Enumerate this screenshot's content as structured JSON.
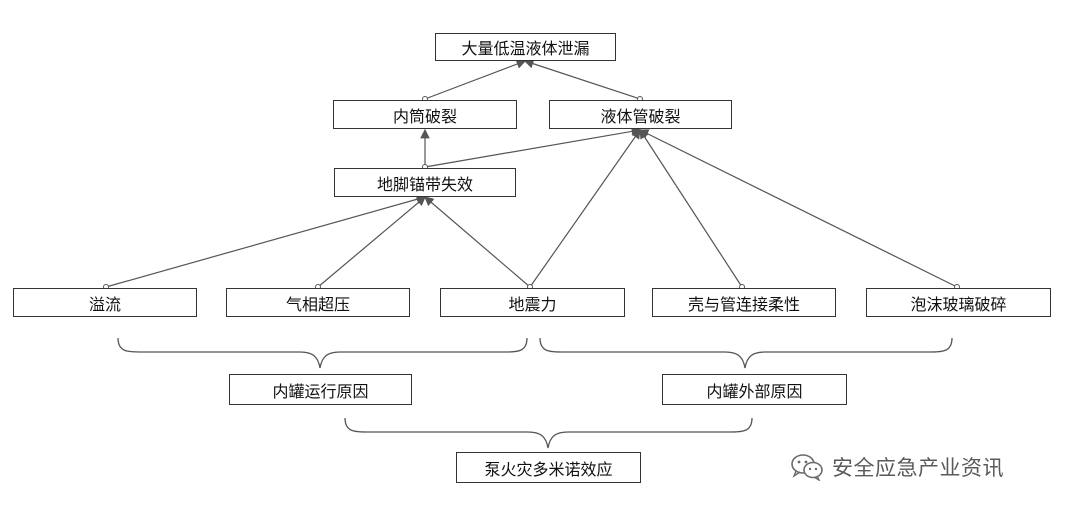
{
  "nodes": {
    "top": "大量低温液体泄漏",
    "inner_break": "内筒破裂",
    "pipe_break": "液体管破裂",
    "anchor_fail": "地脚锚带失效",
    "overflow": "溢流",
    "gas_overpressure": "气相超压",
    "seismic": "地震力",
    "shell_pipe_flex": "壳与管连接柔性",
    "foam_glass": "泡沫玻璃破碎",
    "inner_causes": "内罐运行原因",
    "outer_causes": "内罐外部原因",
    "domino": "泵火灾多米诺效应"
  },
  "watermark": {
    "icon": "wechat-icon",
    "text": "安全应急产业资讯"
  },
  "colors": {
    "line": "#555555",
    "border": "#333333",
    "text": "#111111",
    "watermark": "#5a5a5a"
  }
}
